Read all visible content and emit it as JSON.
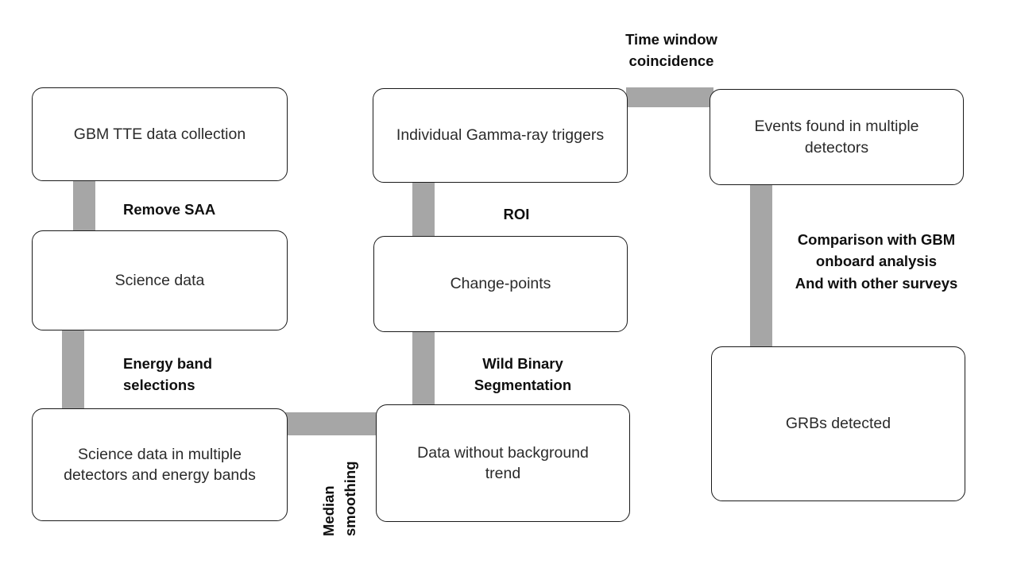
{
  "diagram": {
    "title": "GBM TTE GRB detection pipeline flowchart",
    "background_color": "#ffffff",
    "node_border_color": "#1a1a1a",
    "node_fill_color": "#ffffff",
    "connector_color": "#a6a6a6",
    "text_color": "#2b2b2b",
    "label_color": "#0f0f0f"
  },
  "nodes": [
    {
      "id": "gbm-tte-data-collection",
      "label": "GBM TTE data collection"
    },
    {
      "id": "science-data",
      "label": "Science data"
    },
    {
      "id": "science-data-multiple",
      "label": "Science data in multiple\ndetectors and energy bands"
    },
    {
      "id": "individual-gamma-ray-triggers",
      "label": "Individual Gamma-ray triggers"
    },
    {
      "id": "change-points",
      "label": "Change-points"
    },
    {
      "id": "data-without-background-trend",
      "label": "Data without background\ntrend"
    },
    {
      "id": "events-found-multiple",
      "label": "Events found in multiple\ndetectors"
    },
    {
      "id": "grbs-detected",
      "label": "GRBs detected"
    }
  ],
  "edge_labels": [
    {
      "id": "remove-saa",
      "text": "Remove SAA"
    },
    {
      "id": "energy-band-selections",
      "text": "Energy band\nselections"
    },
    {
      "id": "median-smoothing",
      "text": "Median\nsmoothing"
    },
    {
      "id": "roi",
      "text": "ROI"
    },
    {
      "id": "wild-binary-segmentation",
      "text": "Wild Binary\nSegmentation"
    },
    {
      "id": "time-window-coincidence",
      "text": "Time window\ncoincidence"
    },
    {
      "id": "comparison-gbm",
      "text": "Comparison with GBM\nonboard analysis\nAnd with other surveys"
    }
  ]
}
